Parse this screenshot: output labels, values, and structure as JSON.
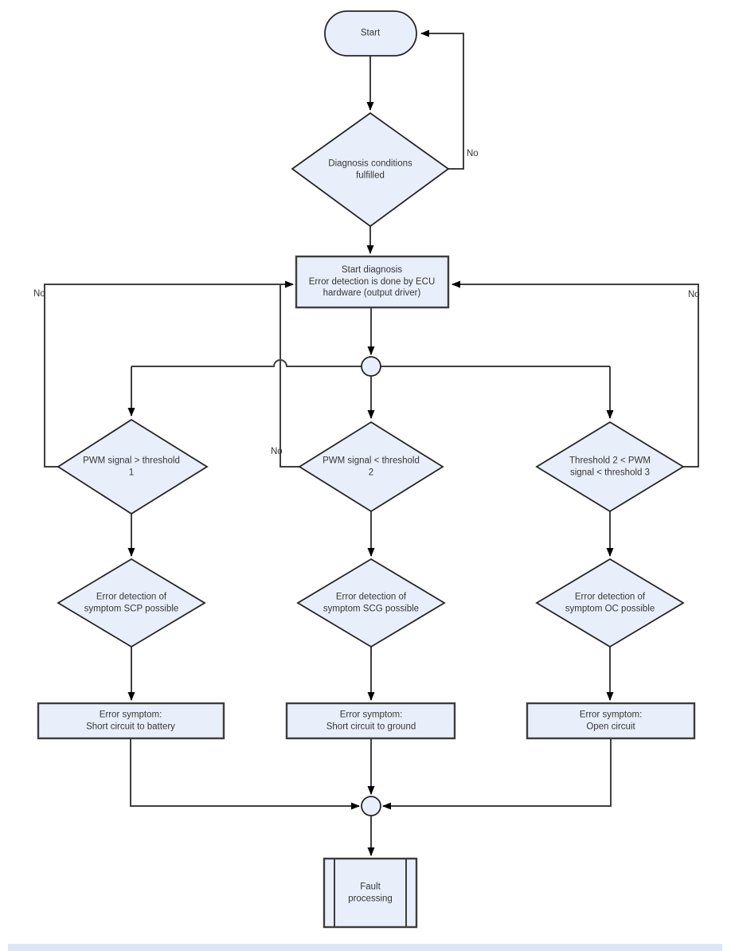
{
  "flowchart": {
    "nodes": {
      "start": {
        "type": "terminator",
        "label": "Start"
      },
      "diagnosis_conditions": {
        "type": "decision",
        "label": "Diagnosis conditions\nfulfilled"
      },
      "start_diagnosis": {
        "type": "process",
        "label": "Start diagnosis\nError detection is done by ECU\nhardware (output driver)"
      },
      "branch_connector": {
        "type": "connector-circle",
        "label": ""
      },
      "pwm_gt_threshold1": {
        "type": "decision",
        "label": "PWM signal > threshold\n1"
      },
      "pwm_lt_threshold2": {
        "type": "decision",
        "label": "PWM signal < threshold\n2"
      },
      "threshold2_pwm_threshold3": {
        "type": "decision",
        "label": "Threshold 2 < PWM\nsignal < threshold 3"
      },
      "scp_possible": {
        "type": "decision",
        "label": "Error detection of\nsymptom SCP possible"
      },
      "scg_possible": {
        "type": "decision",
        "label": "Error detection of\nsymptom SCG possible"
      },
      "oc_possible": {
        "type": "decision",
        "label": "Error detection of\nsymptom OC possible"
      },
      "symptom_battery": {
        "type": "process",
        "label": "Error symptom:\nShort circuit to battery"
      },
      "symptom_ground": {
        "type": "process",
        "label": "Error symptom:\nShort circuit to ground"
      },
      "symptom_open": {
        "type": "process",
        "label": "Error symptom:\nOpen circuit"
      },
      "merge_connector": {
        "type": "connector-circle",
        "label": ""
      },
      "fault_processing": {
        "type": "predefined-process",
        "label": "Fault\nprocessing"
      }
    },
    "edge_labels": {
      "no_diagnosis_conditions": "No",
      "no_pwm_gt_threshold1": "No",
      "no_pwm_lt_threshold2": "No",
      "no_threshold2_pwm_threshold3": "No"
    },
    "colors": {
      "shape_fill": "#e9effa",
      "shape_stroke": "#262626",
      "rect_stroke": "#3d3d3d",
      "line": "#3f3f3f",
      "text": "#363636",
      "bottom_bar": "#dce6f4"
    }
  }
}
